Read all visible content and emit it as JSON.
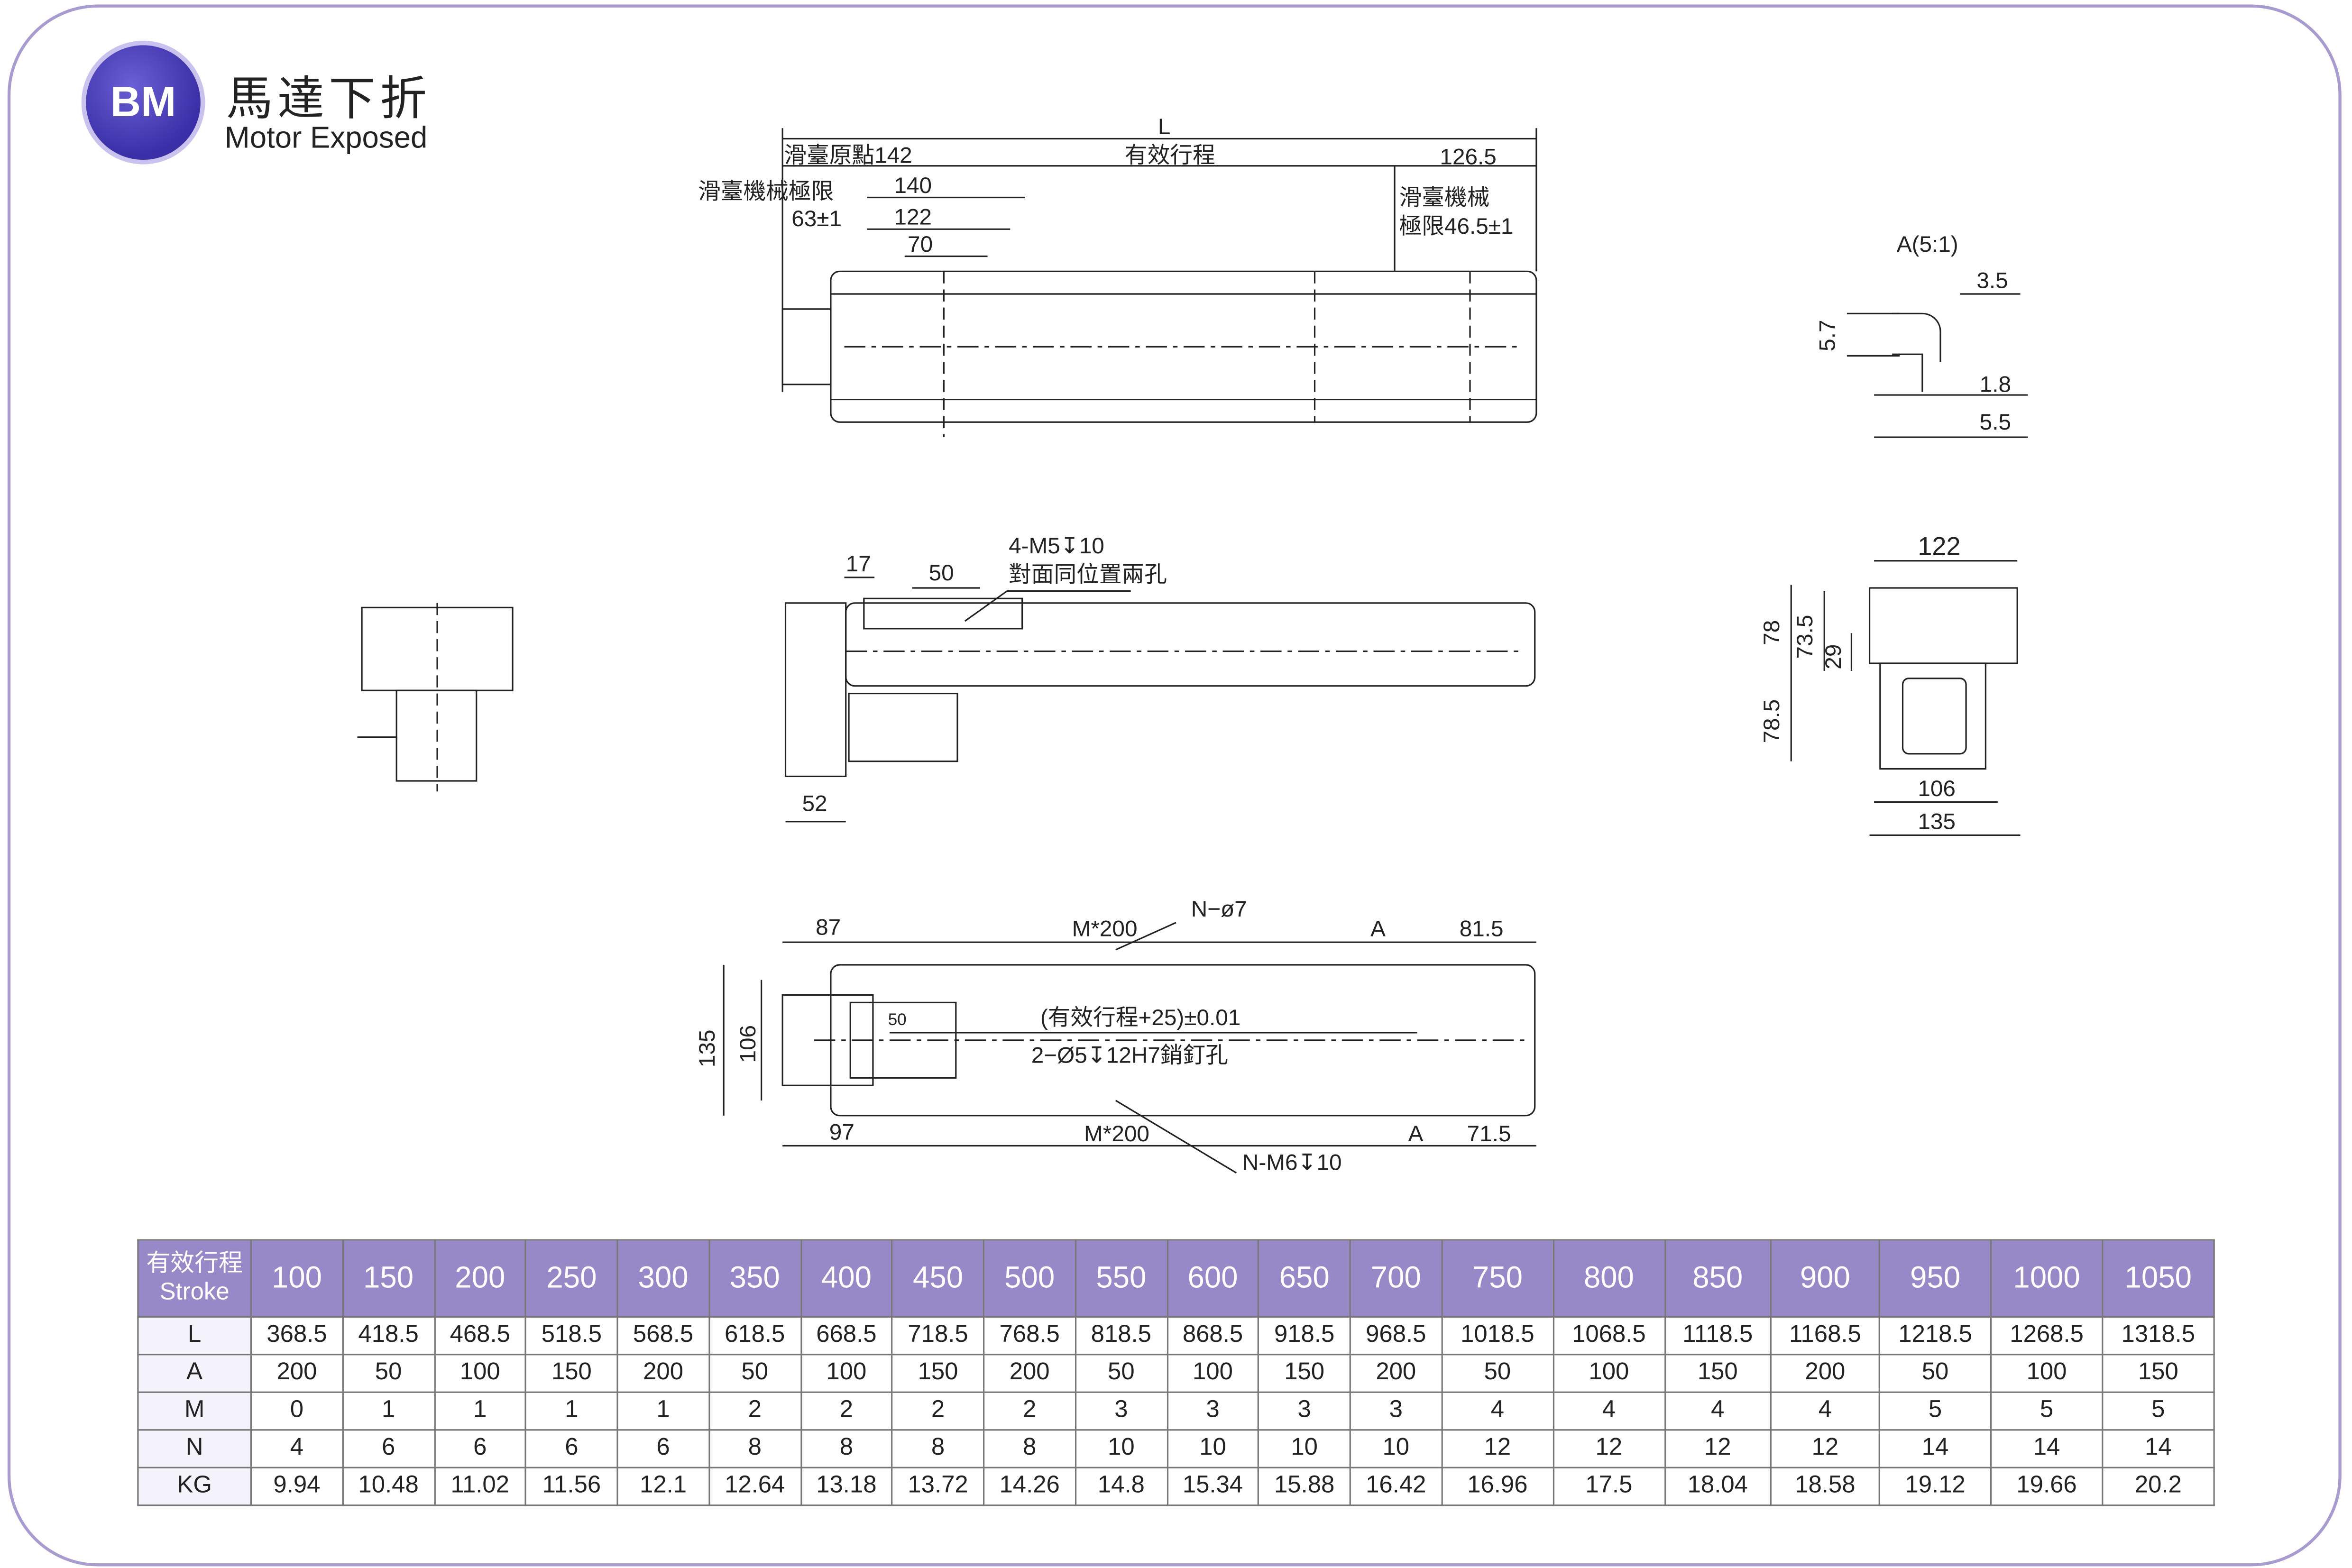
{
  "header": {
    "logo": "BM",
    "title_zh": "馬達下折",
    "title_en": "Motor Exposed"
  },
  "top_view": {
    "L": "L",
    "origin": "滑臺原點142",
    "stroke": "有效行程",
    "right": "126.5",
    "mech_limit": "滑臺機械極限",
    "mech_limit_val": "63±1",
    "d140": "140",
    "d122": "122",
    "d70": "70",
    "right_limit1": "滑臺機械",
    "right_limit2": "極限46.5±1"
  },
  "detail": {
    "title": "A(5:1)",
    "d35": "3.5",
    "d57": "5.7",
    "d18": "1.8",
    "d55": "5.5"
  },
  "side_view": {
    "d17": "17",
    "d50": "50",
    "hole1": "4-M5↧10",
    "hole2": "對面同位置兩孔",
    "d52": "52"
  },
  "end_view": {
    "d122": "122",
    "d78": "78",
    "d735": "73.5",
    "d29": "29",
    "d785": "78.5",
    "d106": "106",
    "d135": "135"
  },
  "bottom_view": {
    "d87": "87",
    "m200": "M*200",
    "n7": "N−ø7",
    "A": "A",
    "d815": "81.5",
    "pitch": "(有效行程+25)±0.01",
    "pin": "2−Ø5↧12H7銷釘孔",
    "d50": "50",
    "d135": "135",
    "d106": "106",
    "d97": "97",
    "m200b": "M*200",
    "A2": "A",
    "d715": "71.5",
    "n6": "N-M6↧10"
  },
  "table": {
    "header_zh": "有效行程",
    "header_en": "Stroke",
    "strokes": [
      "100",
      "150",
      "200",
      "250",
      "300",
      "350",
      "400",
      "450",
      "500",
      "550",
      "600",
      "650",
      "700",
      "750",
      "800",
      "850",
      "900",
      "950",
      "1000",
      "1050"
    ],
    "rows": [
      {
        "label": "L",
        "values": [
          "368.5",
          "418.5",
          "468.5",
          "518.5",
          "568.5",
          "618.5",
          "668.5",
          "718.5",
          "768.5",
          "818.5",
          "868.5",
          "918.5",
          "968.5",
          "1018.5",
          "1068.5",
          "1118.5",
          "1168.5",
          "1218.5",
          "1268.5",
          "1318.5"
        ]
      },
      {
        "label": "A",
        "values": [
          "200",
          "50",
          "100",
          "150",
          "200",
          "50",
          "100",
          "150",
          "200",
          "50",
          "100",
          "150",
          "200",
          "50",
          "100",
          "150",
          "200",
          "50",
          "100",
          "150"
        ]
      },
      {
        "label": "M",
        "values": [
          "0",
          "1",
          "1",
          "1",
          "1",
          "2",
          "2",
          "2",
          "2",
          "3",
          "3",
          "3",
          "3",
          "4",
          "4",
          "4",
          "4",
          "5",
          "5",
          "5"
        ]
      },
      {
        "label": "N",
        "values": [
          "4",
          "6",
          "6",
          "6",
          "6",
          "8",
          "8",
          "8",
          "8",
          "10",
          "10",
          "10",
          "10",
          "12",
          "12",
          "12",
          "12",
          "14",
          "14",
          "14"
        ]
      },
      {
        "label": "KG",
        "values": [
          "9.94",
          "10.48",
          "11.02",
          "11.56",
          "12.1",
          "12.64",
          "13.18",
          "13.72",
          "14.26",
          "14.8",
          "15.34",
          "15.88",
          "16.42",
          "16.96",
          "17.5",
          "18.04",
          "18.58",
          "19.12",
          "19.66",
          "20.2"
        ]
      }
    ]
  },
  "colors": {
    "accent": "#9788c8",
    "frame": "#a89bd0",
    "logo": "#3a2fa6"
  }
}
